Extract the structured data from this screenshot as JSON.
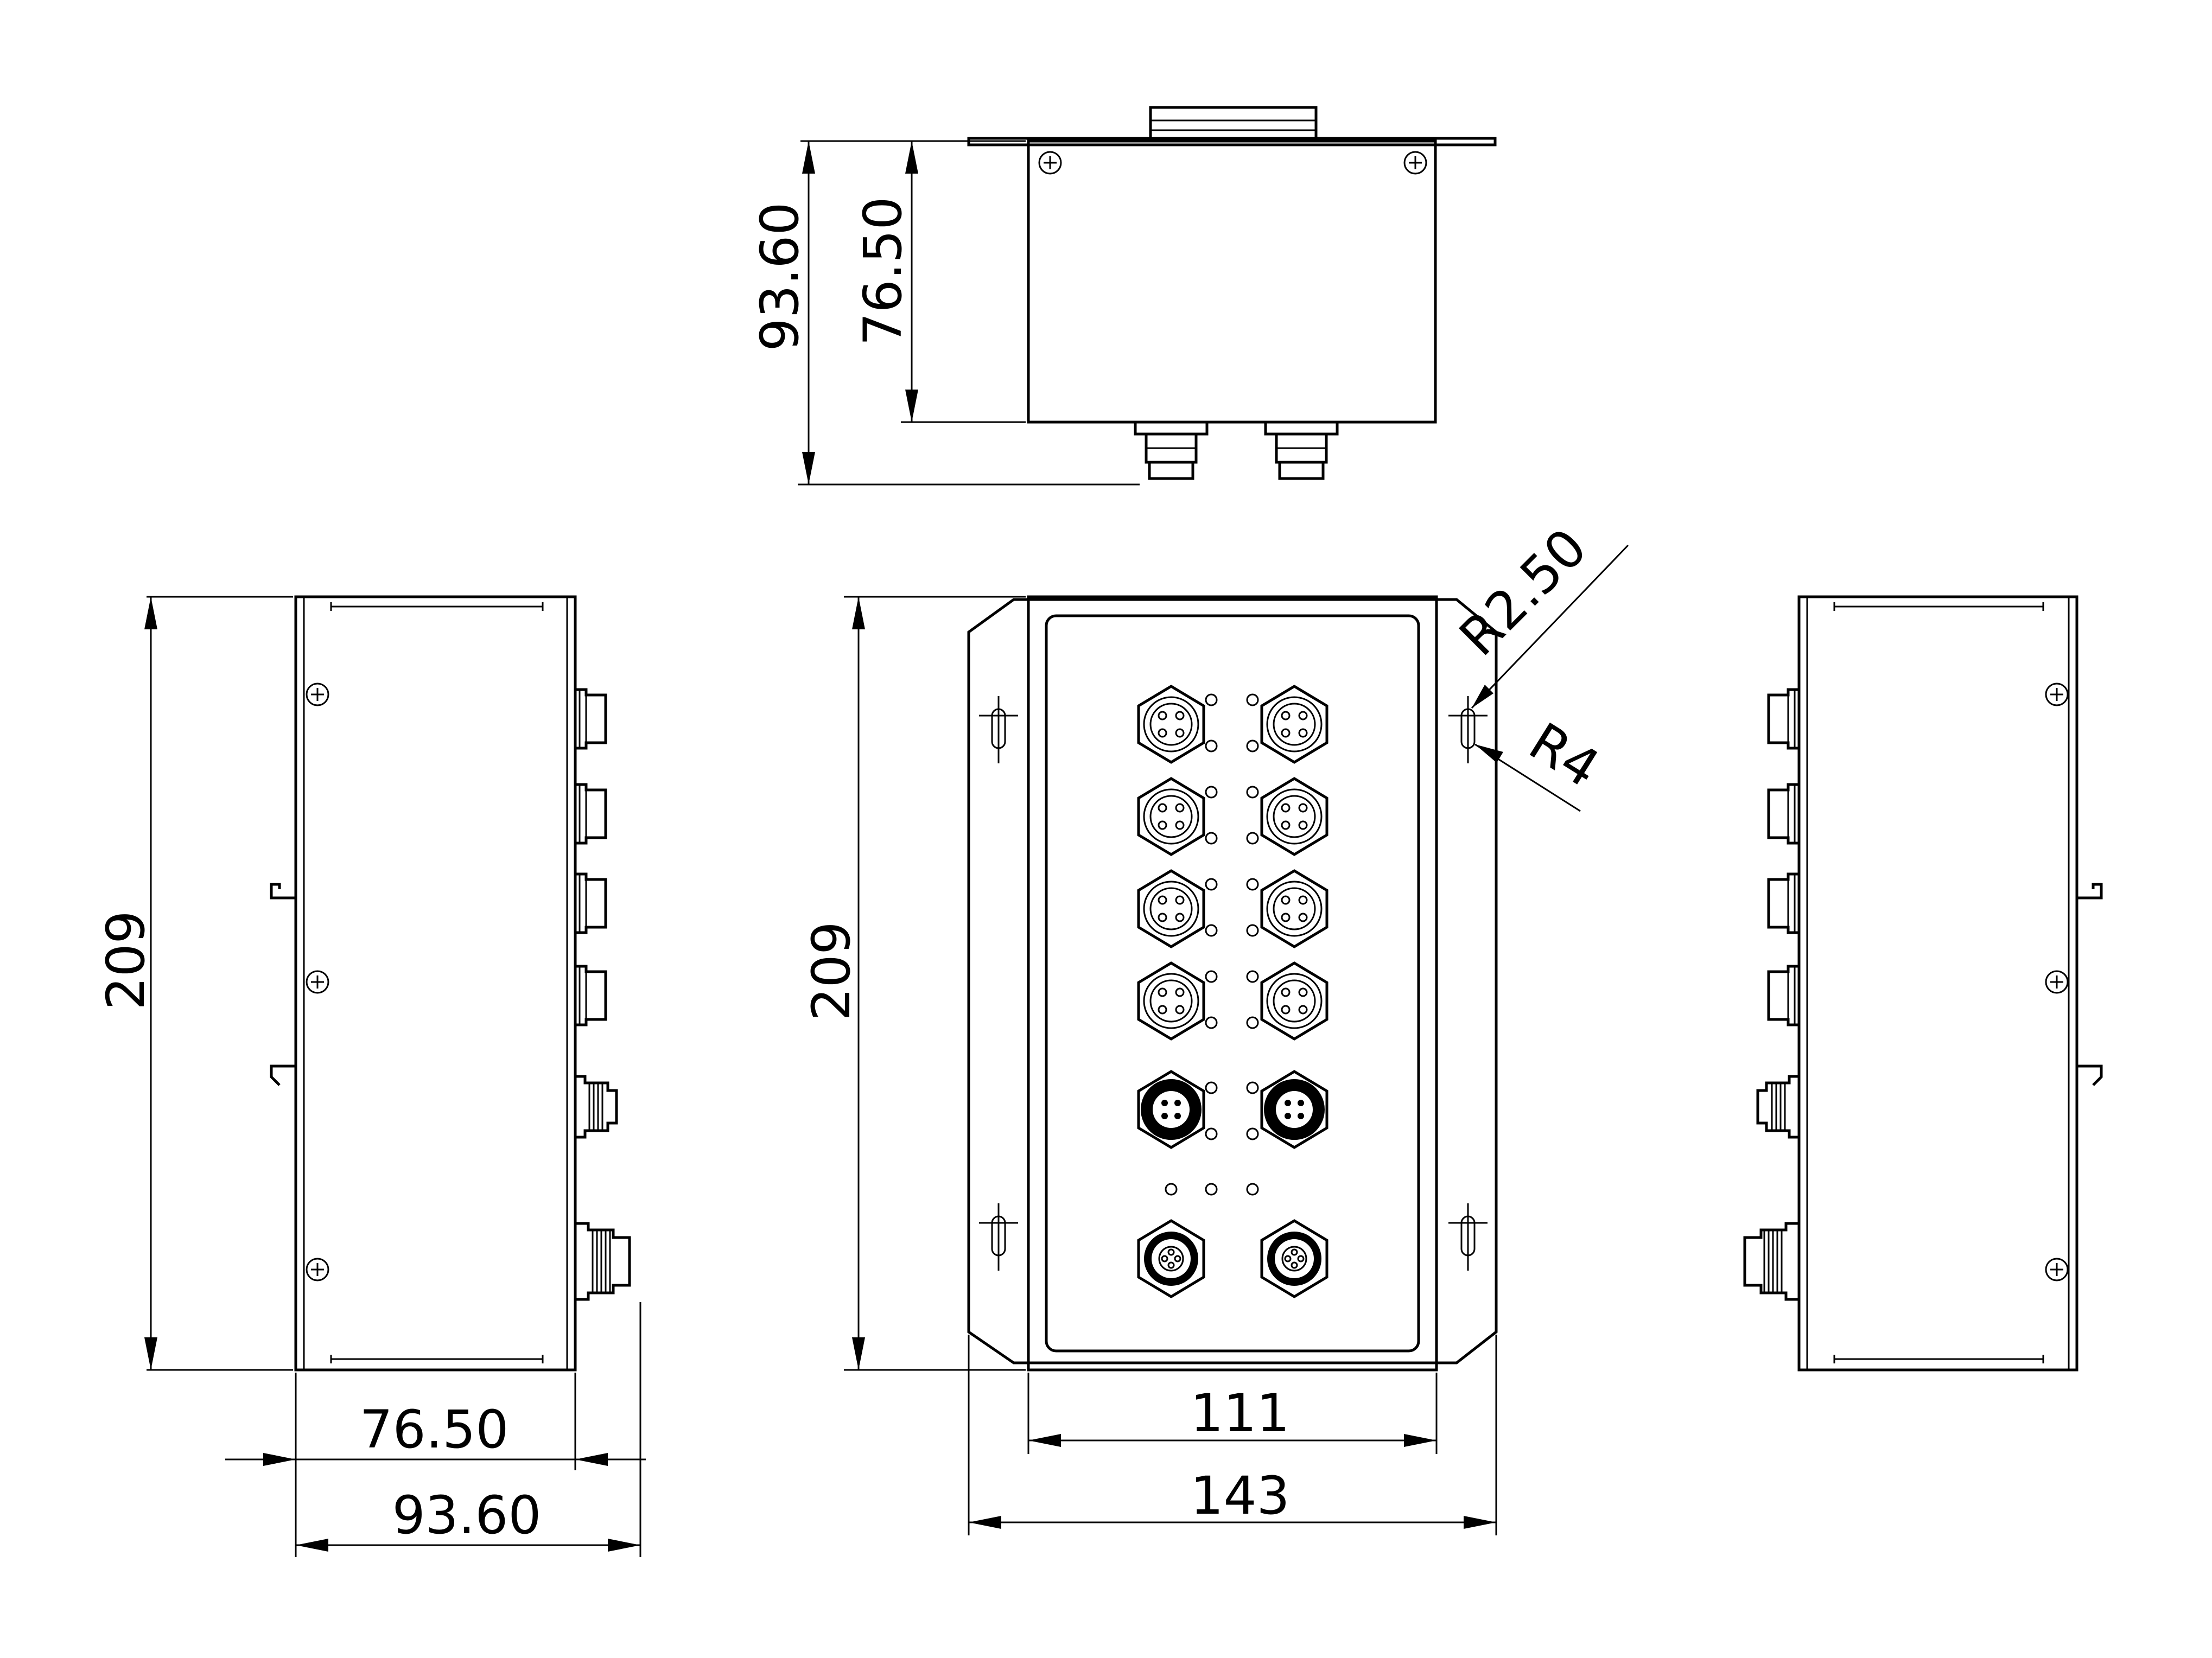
{
  "dimensions": {
    "top_height_total": "93.60",
    "top_height_body": "76.50",
    "side_height": "209",
    "front_height": "209",
    "side_width_body": "76.50",
    "side_width_total": "93.60",
    "front_width_panel": "111",
    "front_width_total": "143",
    "radius_small": "R2.50",
    "radius_large": "R4"
  }
}
